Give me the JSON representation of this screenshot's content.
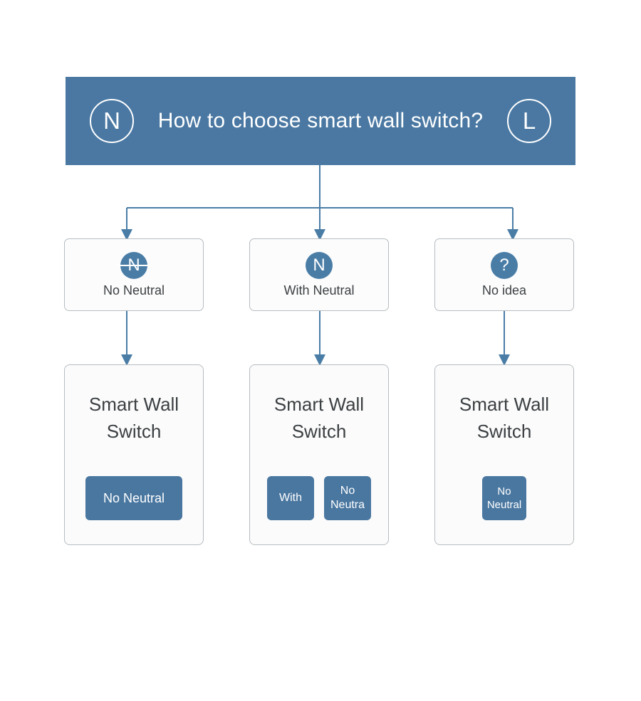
{
  "header": {
    "title": "How to choose smart wall switch?",
    "left_badge": "N",
    "right_badge": "L",
    "bg_color": "#4a78a2",
    "text_color": "#ffffff"
  },
  "options": [
    {
      "icon_glyph": "N",
      "icon_style": "strike",
      "label": "No Neutral"
    },
    {
      "icon_glyph": "N",
      "icon_style": "solid",
      "label": "With Neutral"
    },
    {
      "icon_glyph": "?",
      "icon_style": "solid",
      "label": "No idea"
    }
  ],
  "results": [
    {
      "title": "Smart Wall Switch",
      "buttons": [
        {
          "label": "No Neutral",
          "size": "wide"
        }
      ]
    },
    {
      "title": "Smart Wall Switch",
      "buttons": [
        {
          "label": "With",
          "size": "square"
        },
        {
          "label": "No\nNeutra",
          "size": "square"
        }
      ]
    },
    {
      "title": "Smart Wall Switch",
      "buttons": [
        {
          "label": "No\nNeutral",
          "size": "small"
        }
      ]
    }
  ],
  "theme": {
    "connector_color": "#4a7da6",
    "box_border_color": "#b7bdc2",
    "box_fill_color": "#fbfbfb",
    "badge_color": "#4a7da6",
    "button_color": "#4a77a0",
    "label_color": "#3c4043",
    "page_background": "#ffffff"
  }
}
